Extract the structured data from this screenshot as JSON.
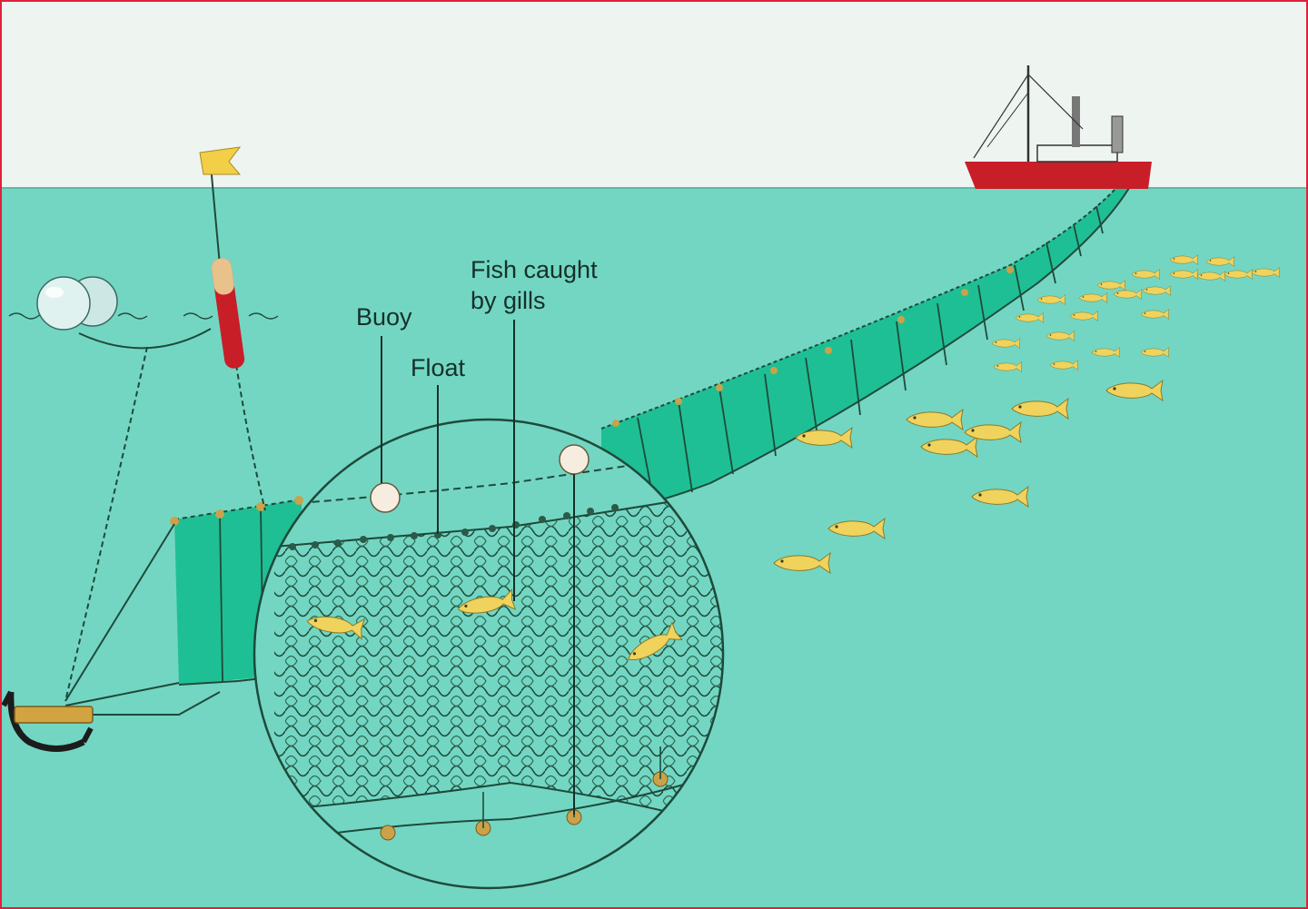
{
  "labels": {
    "buoy": "Buoy",
    "float": "Float",
    "fish_caught_line1": "Fish caught",
    "fish_caught_line2": "by gills"
  },
  "colors": {
    "sky": "#eef4f0",
    "sea": "#73d6c3",
    "net_panel": "#1fbf95",
    "net_line": "#1e4a3a",
    "fish": "#f0d35c",
    "ship_hull": "#c81e28",
    "flag": "#f3cf48",
    "frame": "#e0203a"
  },
  "icons": [
    "ship-icon",
    "flag-icon",
    "marker-buoy-icon",
    "anchor-icon",
    "fish-icon"
  ]
}
